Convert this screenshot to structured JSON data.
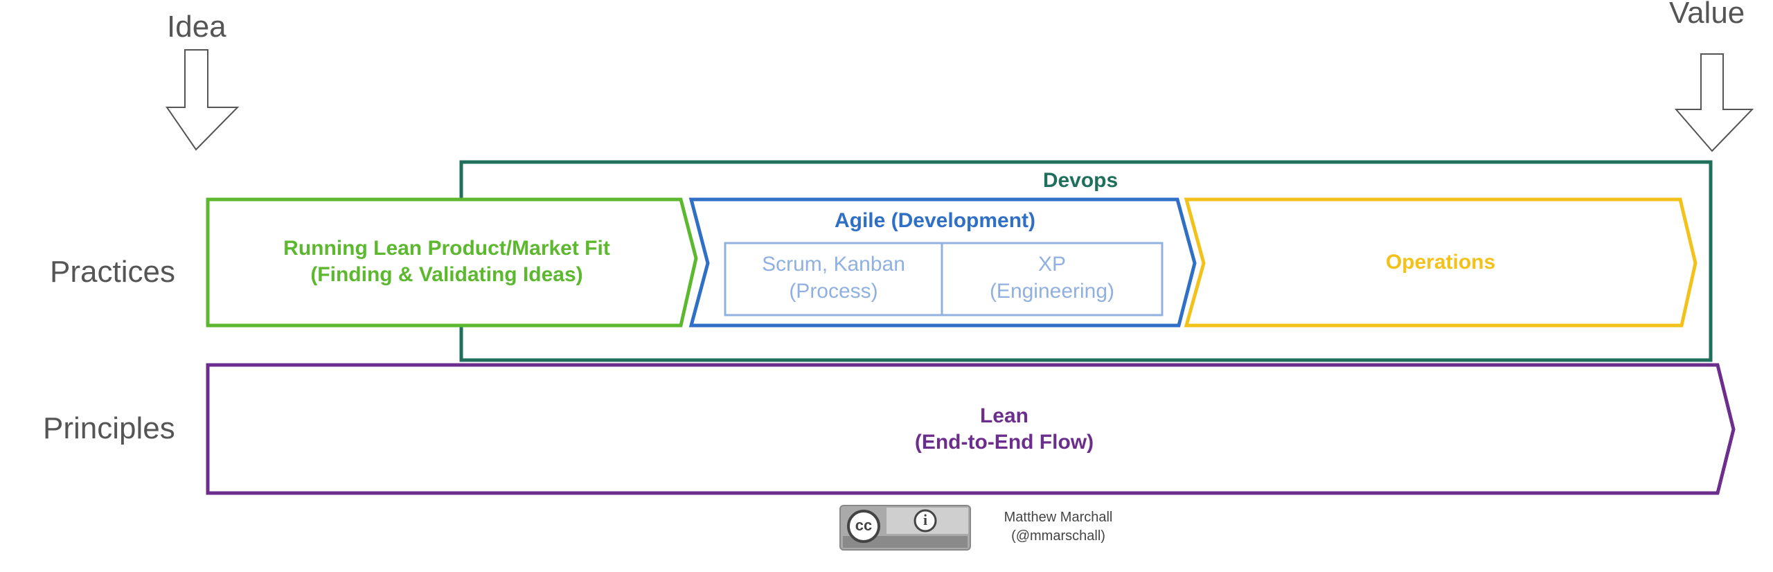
{
  "labels": {
    "idea": "Idea",
    "value": "Value",
    "practices": "Practices",
    "principles": "Principles"
  },
  "devops": {
    "title": "Devops",
    "color": "#1f6f5c"
  },
  "lean_startup": {
    "line1": "Running Lean Product/Market Fit",
    "line2": "(Finding & Validating Ideas)",
    "color": "#5cb82e"
  },
  "agile": {
    "title": "Agile (Development)",
    "color": "#2f6fc6",
    "sub_color": "#8fb0e0",
    "process": {
      "line1": "Scrum, Kanban",
      "line2": "(Process)"
    },
    "engineering": {
      "line1": "XP",
      "line2": "(Engineering)"
    }
  },
  "operations": {
    "title": "Operations",
    "color": "#f2c21b"
  },
  "lean": {
    "line1": "Lean",
    "line2": "(End-to-End Flow)",
    "color": "#6b2e8c"
  },
  "attribution": {
    "badge_cc": "cc",
    "badge_by": "i",
    "line1": "Matthew Marchall",
    "line2": "(@mmarschall)"
  }
}
